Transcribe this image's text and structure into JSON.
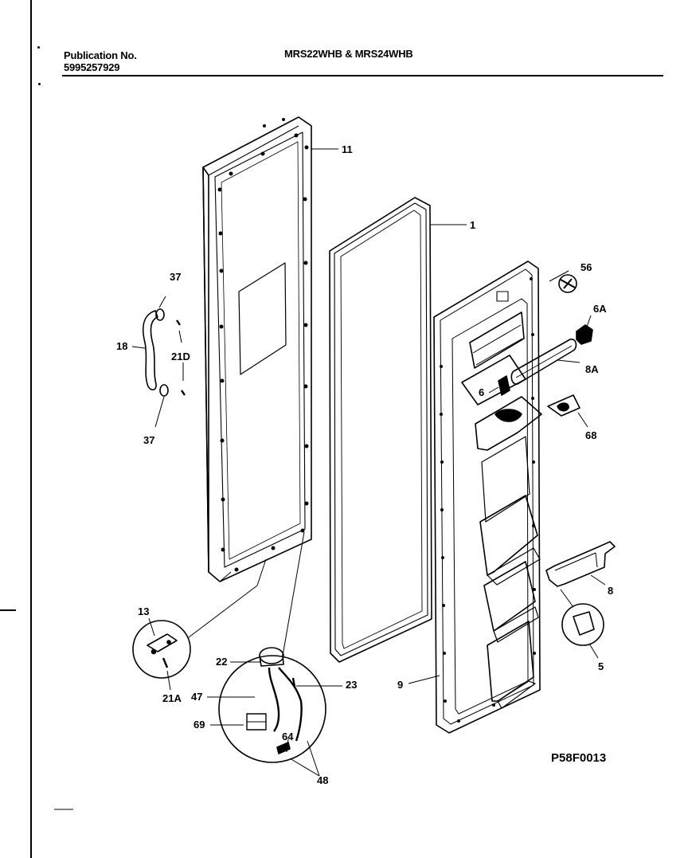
{
  "header": {
    "publication_label": "Publication No.",
    "publication_number": "5995257929",
    "model_title": "MRS22WHB & MRS24WHB"
  },
  "diagram": {
    "code": "P58F0013",
    "callouts": {
      "c11": "11",
      "c1": "1",
      "c56": "56",
      "c37a": "37",
      "c6A_clip": "6A",
      "c18": "18",
      "c21D": "21D",
      "c8A": "8A",
      "c6": "6",
      "c37b": "37",
      "c68": "68",
      "c8": "8",
      "c13": "13",
      "c5": "5",
      "c22": "22",
      "c23": "23",
      "c47": "47",
      "c9": "9",
      "c21A": "21A",
      "c69": "69",
      "c64": "64",
      "c48": "48"
    }
  }
}
